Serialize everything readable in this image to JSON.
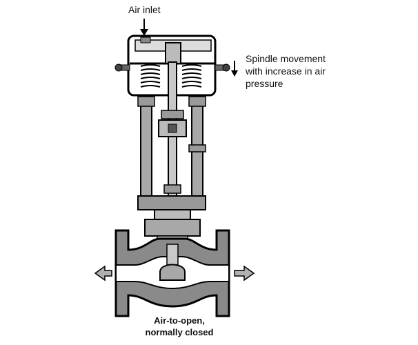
{
  "labels": {
    "air_inlet": "Air inlet",
    "spindle_line1": "Spindle movement",
    "spindle_line2": "with increase in air",
    "spindle_line3": "pressure",
    "caption_line1": "Air-to-open,",
    "caption_line2": "normally closed"
  },
  "colors": {
    "outline": "#000000",
    "metal": "#a8a8a8",
    "body": "#8a8a8a",
    "flow_arrow": "#b0b0b0",
    "background": "#ffffff"
  }
}
